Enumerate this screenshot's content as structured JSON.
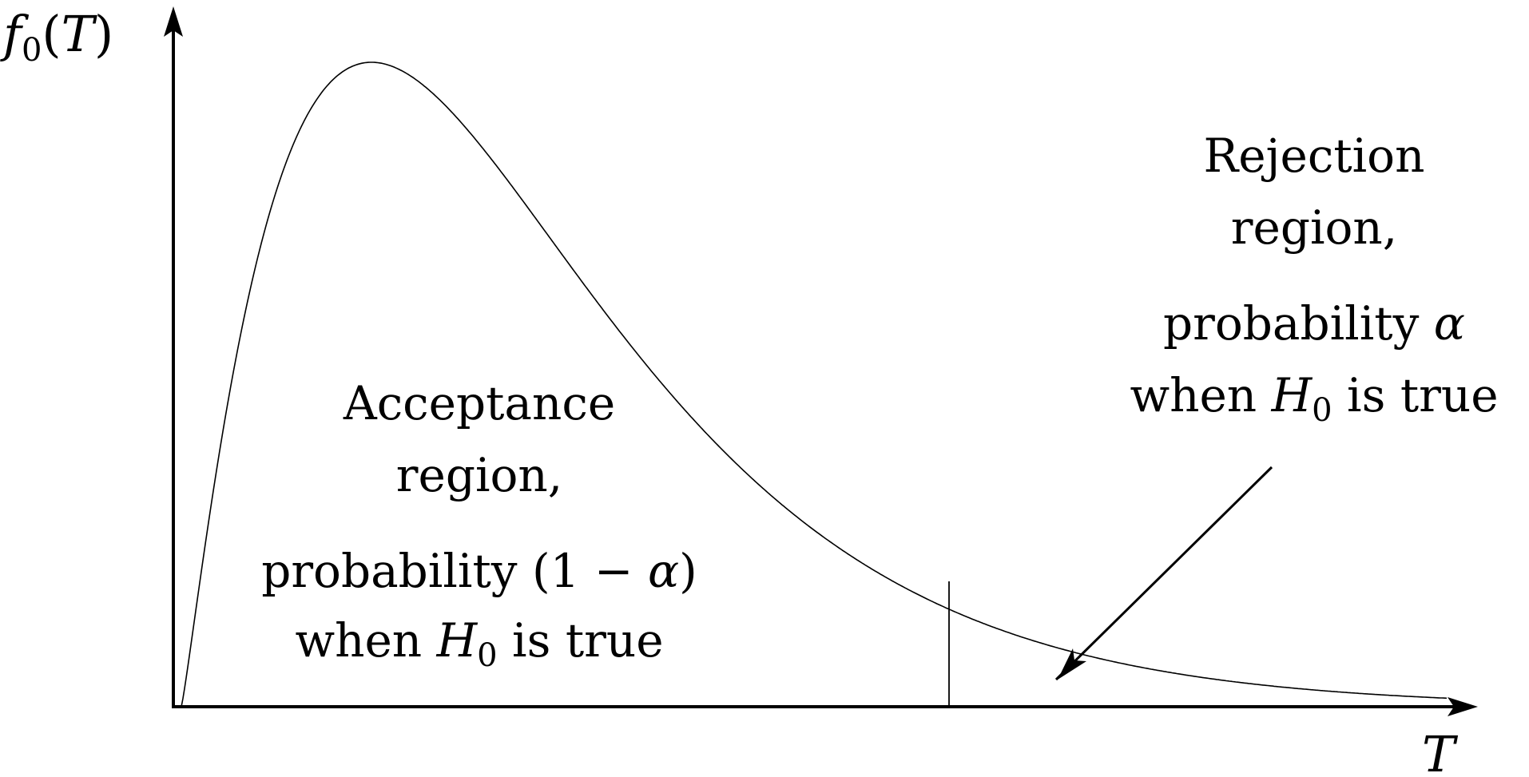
{
  "diagram": {
    "y_axis": {
      "func": "f",
      "func_sub": "0",
      "arg": "T"
    },
    "x_axis": {
      "label": "T"
    },
    "acceptance": {
      "line1": "Acceptance",
      "line2": "region,",
      "line3_text": "probability (1 − ",
      "line3_alpha": "α",
      "line3_close": ")",
      "line4_pre": "when ",
      "line4_h": "H",
      "line4_sub": "0",
      "line4_post": " is true"
    },
    "rejection": {
      "line1": "Rejection",
      "line2": "region,",
      "line3_text": "probability ",
      "line3_alpha": "α",
      "line4_pre": "when ",
      "line4_h": "H",
      "line4_sub": "0",
      "line4_post": " is true"
    },
    "colors": {
      "ink": "#000000",
      "background": "#ffffff"
    }
  }
}
